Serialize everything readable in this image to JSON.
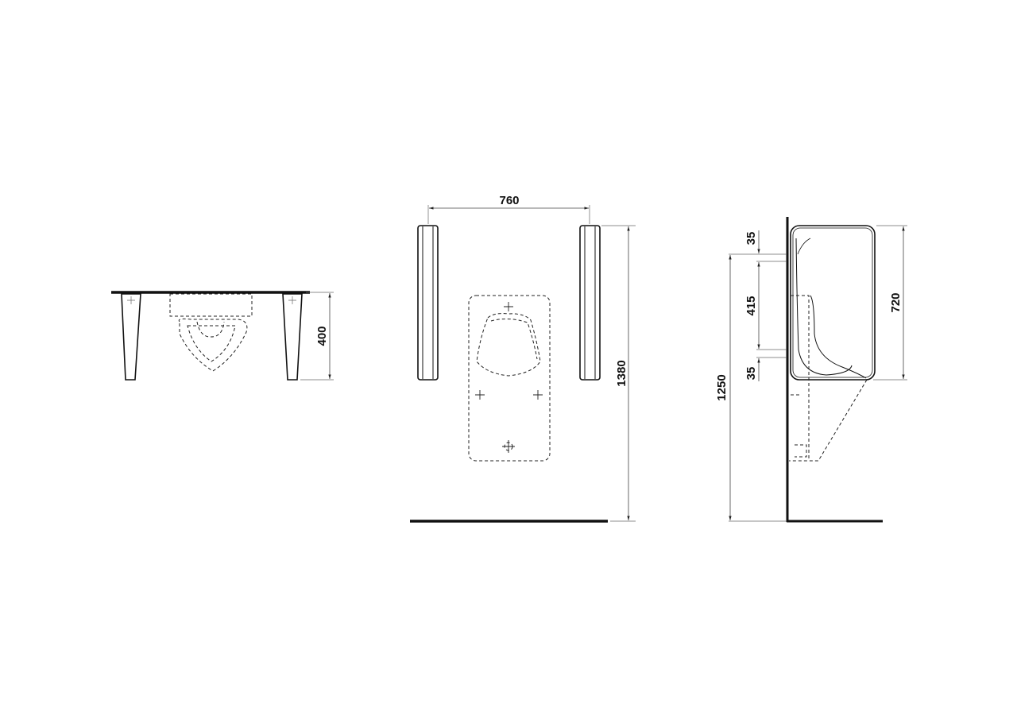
{
  "drawing": {
    "front_view": {
      "dimensions": {
        "height": "400"
      }
    },
    "plan_view": {
      "dimensions": {
        "width": "760",
        "height": "1380"
      }
    },
    "side_view": {
      "dimensions": {
        "top_offset": "35",
        "fixing_span": "415",
        "bottom_offset": "35",
        "mount_height": "1250",
        "unit_height": "720"
      }
    }
  },
  "colors": {
    "line": "#111111",
    "background": "#ffffff"
  }
}
